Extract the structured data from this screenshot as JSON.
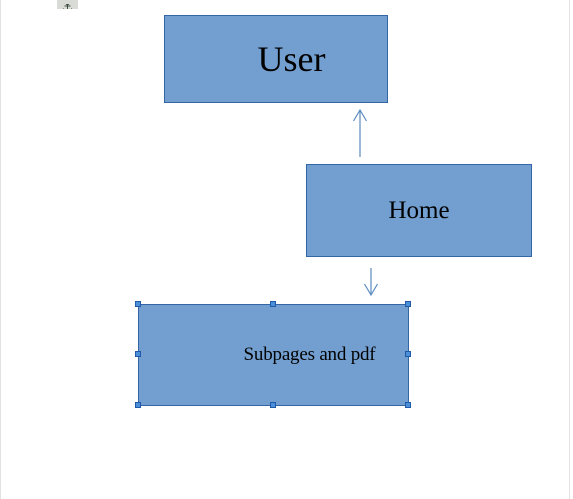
{
  "canvas": {
    "background_color": "#ffffff",
    "shape_fill_color": "#729fcf",
    "shape_border_color": "#3465a4",
    "connector_color": "#5b8bbf",
    "selection_handle_color": "#4c8ed8"
  },
  "anchor": {
    "icon": "anchor-icon"
  },
  "shapes": {
    "user": {
      "label": "User"
    },
    "home": {
      "label": "Home"
    },
    "subpages": {
      "label": "Subpages and pdf",
      "selected": true
    }
  },
  "connectors": [
    {
      "from": "Home",
      "to": "User",
      "icon": "arrow-up-icon"
    },
    {
      "from": "Home",
      "to": "Subpages and pdf",
      "icon": "arrow-down-icon"
    }
  ]
}
